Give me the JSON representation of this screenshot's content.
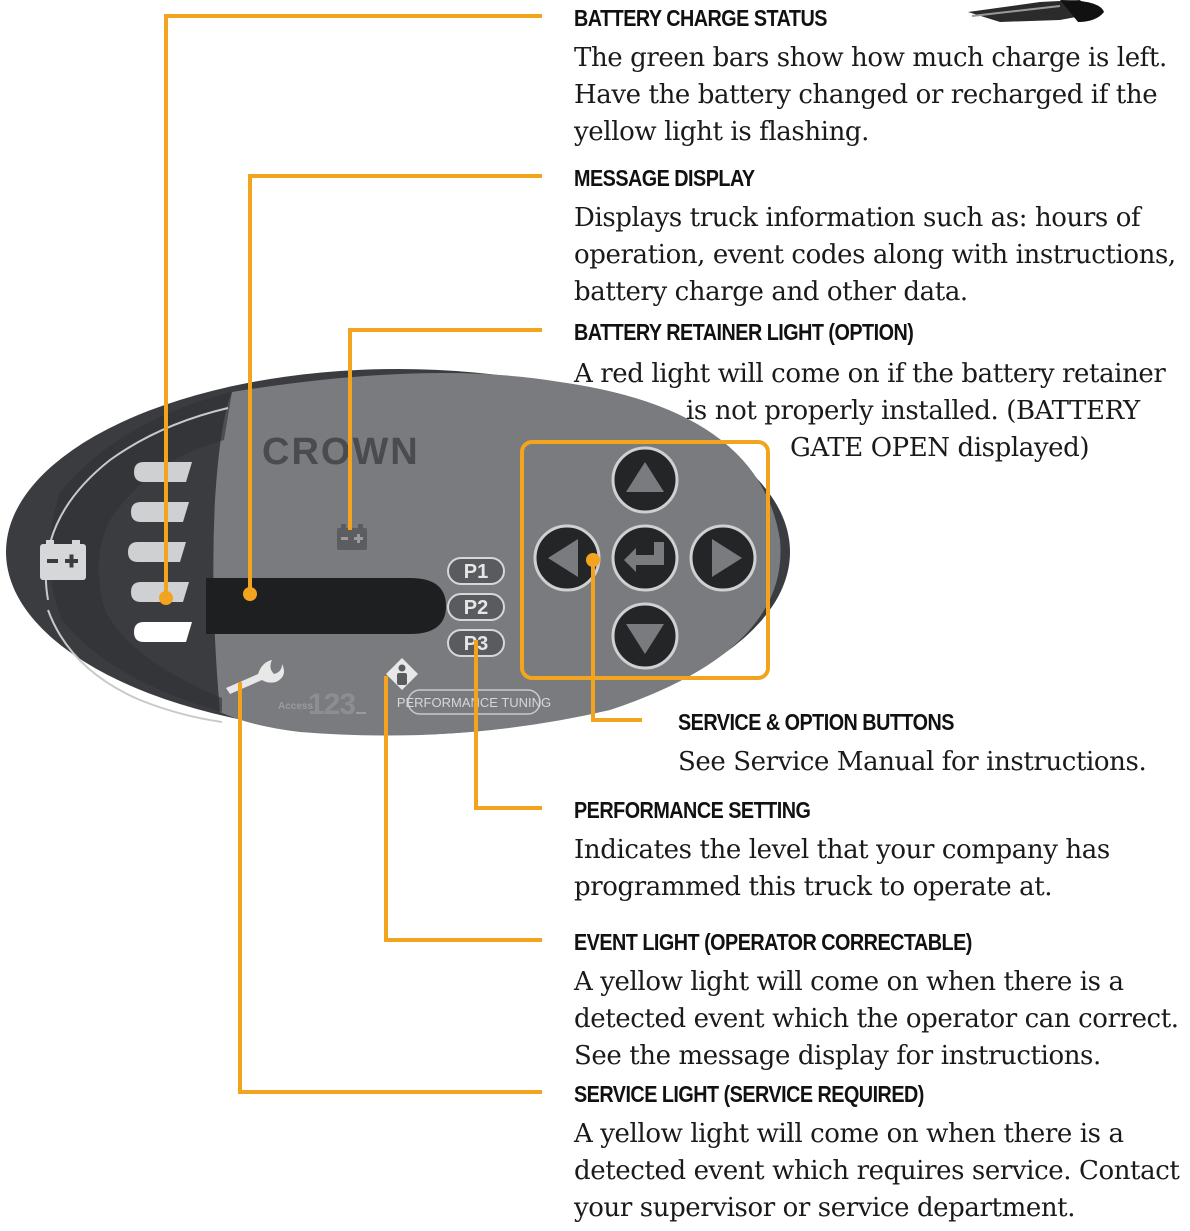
{
  "panel": {
    "brand_logo": "CROWN",
    "access_logo": "Access 123",
    "performance_tuning_label": "PERFORMANCE TUNING",
    "performance_buttons": [
      "P1",
      "P2",
      "P3"
    ],
    "battery_bars_count": 5
  },
  "colors": {
    "leader_orange": "#f2a41e",
    "panel_dark": "#3b3c3f",
    "panel_mid": "#7a7b7e",
    "display_black": "#1e1f21",
    "bar_light": "#cfd0d2"
  },
  "callouts": [
    {
      "id": "battery-charge-status",
      "heading": "BATTERY CHARGE STATUS",
      "lines": [
        "The green bars show how much charge is left.",
        "Have the battery changed or recharged if the",
        "yellow light is flashing."
      ]
    },
    {
      "id": "message-display",
      "heading": "MESSAGE DISPLAY",
      "lines": [
        "Displays truck information such as: hours of",
        "operation, event codes along with instructions,",
        "battery charge and other data."
      ]
    },
    {
      "id": "battery-retainer-light",
      "heading": "BATTERY RETAINER LIGHT (OPTION)",
      "lines": [
        "A red light will come on if the battery retainer",
        "is not properly installed. (BATTERY",
        "GATE OPEN displayed)"
      ]
    },
    {
      "id": "service-option-buttons",
      "heading": "SERVICE & OPTION BUTTONS",
      "lines": [
        "See Service Manual for instructions."
      ]
    },
    {
      "id": "performance-setting",
      "heading": "PERFORMANCE SETTING",
      "lines": [
        "Indicates the level that your company has",
        "programmed this truck to operate at."
      ]
    },
    {
      "id": "event-light",
      "heading": "EVENT LIGHT (OPERATOR CORRECTABLE)",
      "lines": [
        "A yellow light will come on when there is a",
        "detected event which the operator can correct.",
        "See the message display for instructions."
      ]
    },
    {
      "id": "service-light",
      "heading": "SERVICE LIGHT (SERVICE REQUIRED)",
      "lines": [
        "A yellow light will come on when there is a",
        "detected event which requires service. Contact",
        "your supervisor or service department."
      ]
    }
  ]
}
